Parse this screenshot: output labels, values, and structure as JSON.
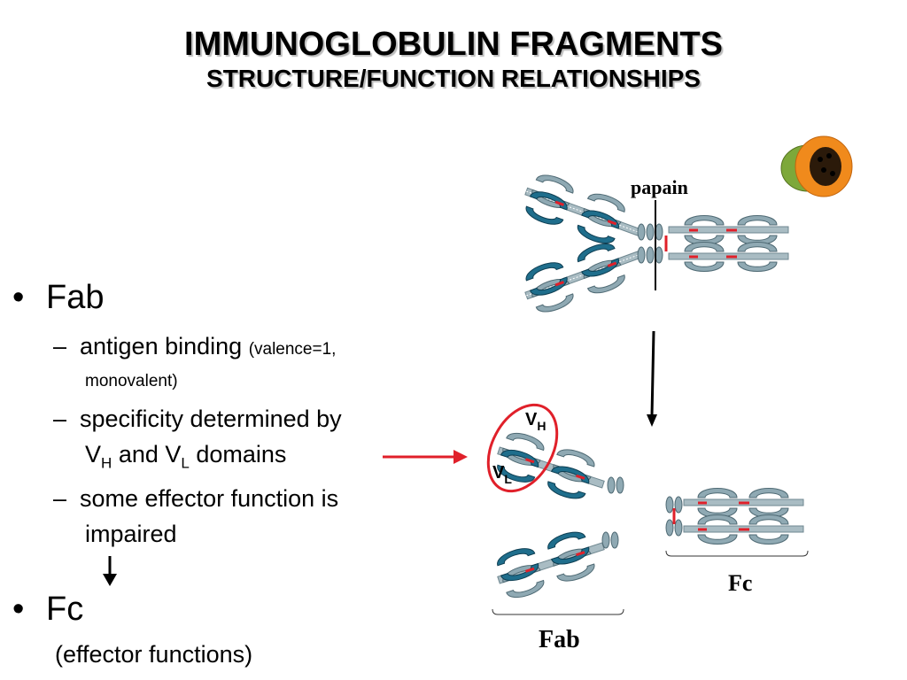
{
  "title": "IMMUNOGLOBULIN FRAGMENTS",
  "subtitle": "STRUCTURE/FUNCTION RELATIONSHIPS",
  "bullets": {
    "fab": {
      "heading": "Fab",
      "items": [
        {
          "line1_main": "antigen binding",
          "line1_small": "(valence=1,",
          "line2_small": "monovalent)"
        },
        {
          "line1": "specificity determined by",
          "line2_v1": "V",
          "line2_sub1": "H",
          "line2_mid": "and V",
          "line2_sub2": "L",
          "line2_end": "domains"
        },
        {
          "line1": "some effector function is",
          "line2": "impaired"
        }
      ]
    },
    "fc": {
      "heading": "Fc",
      "detail": "(effector functions)"
    }
  },
  "diagram": {
    "enzyme_label": "papain",
    "vh_main": "V",
    "vh_sub": "H",
    "vl_main": "V",
    "vl_sub": "L",
    "fc_label": "Fc",
    "fab_label": "Fab",
    "colors": {
      "heavy_chain": "#1f6e8c",
      "light_chain": "#8fa9b3",
      "disulfide": "#e0202a",
      "highlight": "#e0202a"
    }
  }
}
